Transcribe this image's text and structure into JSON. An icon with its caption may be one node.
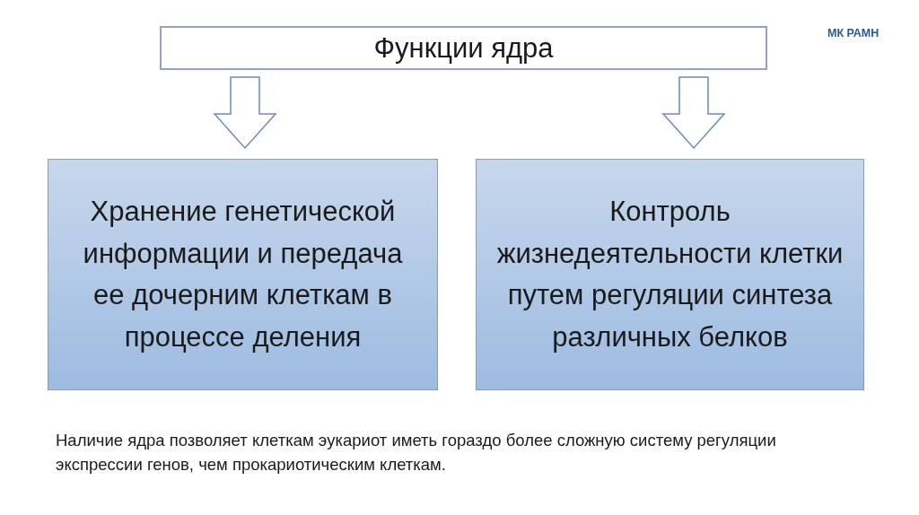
{
  "diagram": {
    "nodes": [
      {
        "text": [
          "Функции ядра"
        ]
      },
      {
        "text": [
          "Хранение генетической информации и передача ее дочерним клеткам в процессе деления"
        ]
      },
      {
        "text": [
          "Контроль жизнедеятельности клетки путем регуляции синтеза различных белков"
        ]
      }
    ],
    "edges": [
      {
        "from": 0,
        "to": 1,
        "arrow": "to"
      },
      {
        "from": 0,
        "to": 2,
        "arrow": "to"
      }
    ],
    "labels": [
      "МК РАМН",
      "Наличие ядра позволяет клеткам эукариот иметь гораздо более сложную систему регуляции экспрессии генов, чем прокариотическим клеткам."
    ]
  }
}
